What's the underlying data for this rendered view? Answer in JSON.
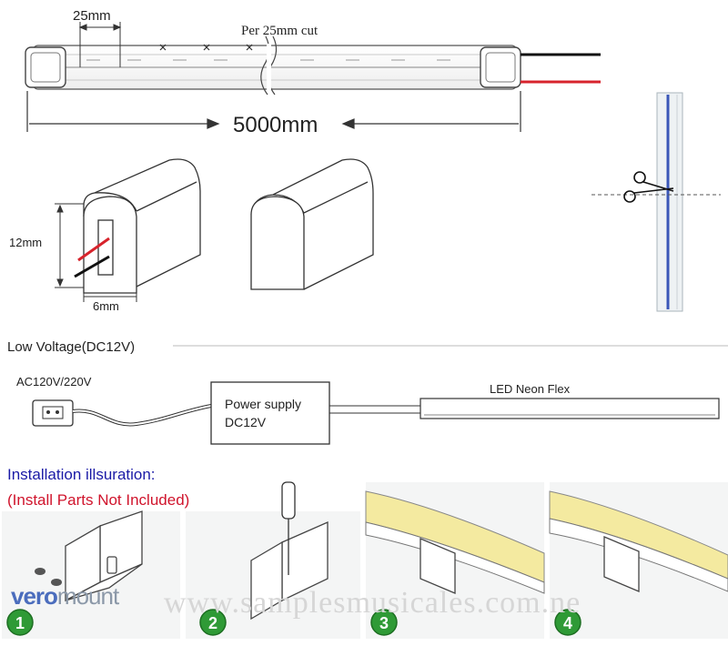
{
  "strip": {
    "segment_label": "25mm",
    "cut_label": "Per 25mm cut",
    "length_label": "5000mm"
  },
  "profile": {
    "height_label": "12mm",
    "width_label": "6mm"
  },
  "wiring": {
    "title": "Low Voltage(DC12V)",
    "ac_label": "AC120V/220V",
    "power_supply_line1": "Power supply",
    "power_supply_line2": "DC12V",
    "neon_label": "LED Neon Flex"
  },
  "installation": {
    "title": "Installation illsuration:",
    "subtitle": "(Install Parts Not Included)",
    "steps": [
      "1",
      "2",
      "3",
      "4"
    ]
  },
  "logo": {
    "part1": "vero",
    "part2": "mount"
  },
  "watermark": "www.samplesmusicales.com.ne",
  "colors": {
    "wire_red": "#d7232c",
    "wire_black": "#111111",
    "step_badge": "#2f9a36",
    "title_blue": "#1a1aa6",
    "title_red": "#d0142c",
    "neon_yellow": "#f4eaa0"
  }
}
